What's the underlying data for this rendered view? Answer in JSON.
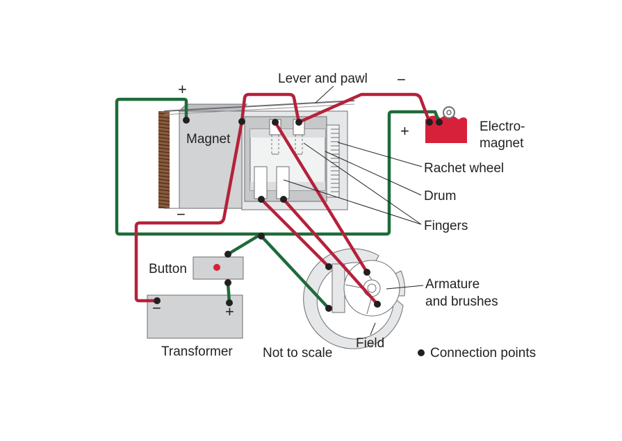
{
  "labels": {
    "lever_and_pawl": "Lever and pawl",
    "magnet": "Magnet",
    "electromagnet_line1": "Electro-",
    "electromagnet_line2": "magnet",
    "ratchet_wheel": "Rachet wheel",
    "drum": "Drum",
    "fingers": "Fingers",
    "armature_line1": "Armature",
    "armature_line2": "and brushes",
    "field": "Field",
    "button": "Button",
    "transformer": "Transformer",
    "not_to_scale": "Not to scale",
    "connection_points": "Connection points"
  },
  "signs": {
    "magnet_plus": "+",
    "magnet_minus": "−",
    "electromagnet_minus": "−",
    "electromagnet_plus": "+",
    "transformer_minus": "−",
    "transformer_plus": "+"
  },
  "colors": {
    "red_wire": "#b5213a",
    "green_wire": "#1e6b3a",
    "electromagnet": "#d7203a",
    "housing": "#d1d3d4",
    "coil": "#8a5a3c",
    "button_led": "#d7203a"
  }
}
